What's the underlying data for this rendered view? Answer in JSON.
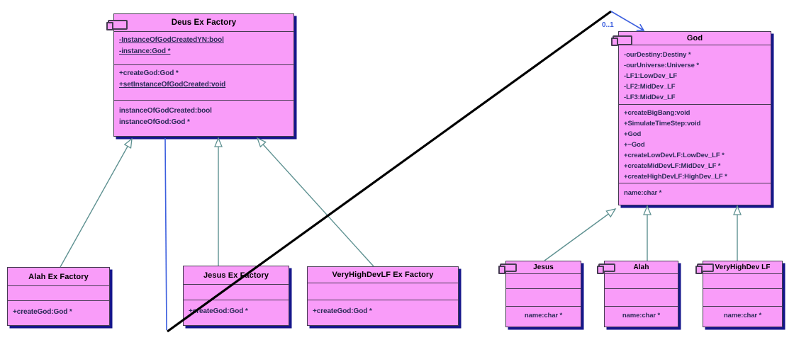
{
  "colors": {
    "class_fill": "#f99cf9",
    "class_border": "#463b52",
    "class_shadow": "#15168b",
    "title_text": "#000000",
    "member_text": "#2b2b58",
    "generalization_edge": "#5e9191",
    "association_edge": "#3b5ede",
    "crossing_line": "#000000",
    "background": "#ffffff"
  },
  "diagram": {
    "classes": [
      {
        "id": "deus-ex-factory",
        "title": "Deus Ex Factory",
        "icon": true,
        "compartments": [
          [
            {
              "text": "-InstanceOfGodCreatedYN:bool",
              "underline": true
            },
            {
              "text": "-instance:God *",
              "underline": true
            }
          ],
          [
            {
              "text": "+createGod:God *",
              "underline": false
            },
            {
              "text": "+setInstanceOfGodCreated:void",
              "underline": true
            }
          ],
          [
            {
              "text": "instanceOfGodCreated:bool",
              "underline": false
            },
            {
              "text": "instanceOfGod:God *",
              "underline": false
            }
          ]
        ]
      },
      {
        "id": "god",
        "title": "God",
        "icon": true,
        "compartments": [
          [
            {
              "text": "-ourDestiny:Destiny *",
              "underline": false
            },
            {
              "text": "-ourUniverse:Universe *",
              "underline": false
            },
            {
              "text": "-LF1:LowDev_LF",
              "underline": false
            },
            {
              "text": "-LF2:MidDev_LF",
              "underline": false
            },
            {
              "text": "-LF3:MidDev_LF",
              "underline": false
            }
          ],
          [
            {
              "text": "+createBigBang:void",
              "underline": false
            },
            {
              "text": "+SimulateTimeStep:void",
              "underline": false
            },
            {
              "text": "+God",
              "underline": false
            },
            {
              "text": "+~God",
              "underline": false
            },
            {
              "text": "+createLowDevLF:LowDev_LF *",
              "underline": false
            },
            {
              "text": "+createMidDevLF:MidDev_LF *",
              "underline": false
            },
            {
              "text": "+createHighDevLF:HighDev_LF *",
              "underline": false
            }
          ],
          [
            {
              "text": "name:char *",
              "underline": false
            }
          ]
        ]
      },
      {
        "id": "alah-ex-factory",
        "title": "Alah Ex Factory",
        "icon": false,
        "compartments": [
          [],
          [
            {
              "text": "+createGod:God *",
              "underline": false
            }
          ]
        ]
      },
      {
        "id": "jesus-ex-factory",
        "title": "Jesus Ex Factory",
        "icon": false,
        "compartments": [
          [],
          [
            {
              "text": "+createGod:God *",
              "underline": false
            }
          ]
        ]
      },
      {
        "id": "veryhighdevlf-ex-factory",
        "title": "VeryHighDevLF Ex Factory",
        "icon": false,
        "compartments": [
          [],
          [
            {
              "text": "+createGod:God *",
              "underline": false
            }
          ]
        ]
      },
      {
        "id": "jesus",
        "title": "Jesus",
        "icon": true,
        "compartments": [
          [],
          [],
          [
            {
              "text": "name:char *",
              "underline": false
            }
          ]
        ]
      },
      {
        "id": "alah",
        "title": "Alah",
        "icon": true,
        "compartments": [
          [],
          [],
          [
            {
              "text": "name:char *",
              "underline": false
            }
          ]
        ]
      },
      {
        "id": "veryhighdev-lf",
        "title": "VeryHighDev LF",
        "icon": true,
        "compartments": [
          [],
          [],
          [
            {
              "text": "name:char *",
              "underline": false
            }
          ]
        ]
      }
    ],
    "edges": {
      "generalizations": [
        {
          "from": "Alah Ex Factory",
          "to": "Deus Ex Factory"
        },
        {
          "from": "Jesus Ex Factory",
          "to": "Deus Ex Factory"
        },
        {
          "from": "VeryHighDevLF Ex Factory",
          "to": "Deus Ex Factory"
        },
        {
          "from": "Jesus",
          "to": "God"
        },
        {
          "from": "Alah",
          "to": "God"
        },
        {
          "from": "VeryHighDev LF",
          "to": "God"
        }
      ],
      "association": {
        "from": "Deus Ex Factory",
        "to": "God",
        "label": "0..1"
      }
    }
  }
}
